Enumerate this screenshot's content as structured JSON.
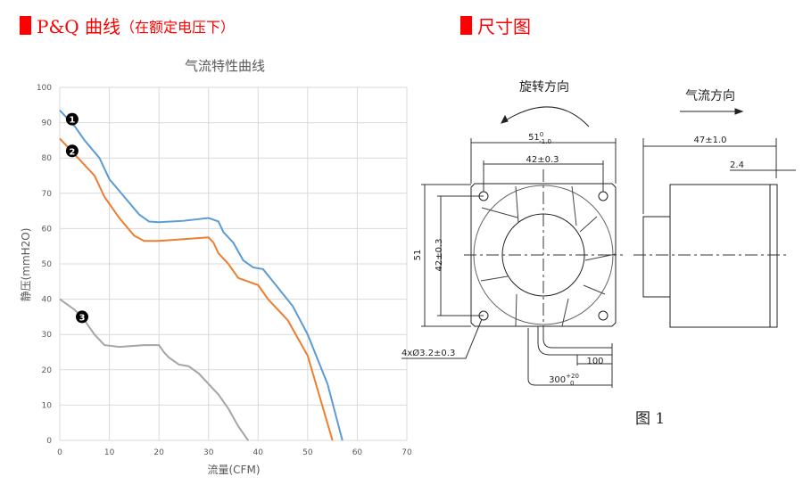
{
  "left_heading": {
    "title": "P&Q 曲线",
    "subtitle": "（在额定电压下）"
  },
  "right_heading": {
    "title": "尺寸图"
  },
  "chart_data": {
    "type": "line",
    "title": "气流特性曲线",
    "xlabel": "流量(CFM)",
    "ylabel": "静压(mmH2O)",
    "xlim": [
      0,
      70
    ],
    "ylim": [
      0,
      100
    ],
    "xticks": [
      0,
      10,
      20,
      30,
      40,
      50,
      60,
      70
    ],
    "yticks": [
      0,
      10,
      20,
      30,
      40,
      50,
      60,
      70,
      80,
      90,
      100
    ],
    "grid": true,
    "series": [
      {
        "name": "1",
        "label": "❶",
        "color": "#5b9bd5",
        "points": [
          [
            0,
            93.5
          ],
          [
            3,
            89
          ],
          [
            5,
            85
          ],
          [
            8,
            80
          ],
          [
            10,
            74
          ],
          [
            13,
            69
          ],
          [
            16,
            64
          ],
          [
            18,
            62
          ],
          [
            20,
            61.8
          ],
          [
            25,
            62.2
          ],
          [
            30,
            63
          ],
          [
            32,
            62
          ],
          [
            33,
            59
          ],
          [
            35,
            56
          ],
          [
            37,
            51
          ],
          [
            39,
            49
          ],
          [
            41,
            48.5
          ],
          [
            43,
            45
          ],
          [
            47,
            38
          ],
          [
            50,
            30
          ],
          [
            54,
            16
          ],
          [
            57,
            0
          ]
        ]
      },
      {
        "name": "2",
        "label": "❷",
        "color": "#ed7d31",
        "points": [
          [
            0,
            85.5
          ],
          [
            3,
            81
          ],
          [
            5,
            78
          ],
          [
            7,
            75
          ],
          [
            9,
            69
          ],
          [
            12,
            63
          ],
          [
            15,
            58
          ],
          [
            17,
            56.5
          ],
          [
            20,
            56.5
          ],
          [
            25,
            57
          ],
          [
            30,
            57.5
          ],
          [
            31,
            56
          ],
          [
            32,
            53
          ],
          [
            34,
            50
          ],
          [
            36,
            46
          ],
          [
            38,
            45
          ],
          [
            40,
            44
          ],
          [
            42,
            40
          ],
          [
            46,
            34
          ],
          [
            50,
            24
          ],
          [
            55,
            0
          ]
        ]
      },
      {
        "name": "3",
        "label": "❸",
        "color": "#a5a5a5",
        "points": [
          [
            0,
            40
          ],
          [
            3,
            37
          ],
          [
            5,
            34
          ],
          [
            7,
            30
          ],
          [
            9,
            27
          ],
          [
            12,
            26.5
          ],
          [
            17,
            27
          ],
          [
            20,
            27
          ],
          [
            21,
            25
          ],
          [
            22,
            23.5
          ],
          [
            24,
            21.5
          ],
          [
            26,
            21
          ],
          [
            28,
            19
          ],
          [
            30,
            16
          ],
          [
            32,
            13
          ],
          [
            34,
            9
          ],
          [
            36,
            4
          ],
          [
            38,
            0
          ]
        ]
      }
    ]
  },
  "drawing": {
    "rotation": "旋转方向",
    "airflow": "气流方向",
    "dim_width": "51",
    "dim_width_tol_up": "0",
    "dim_width_tol_low": "-1.0",
    "dim_hole": "42±0.3",
    "dim_height": "51",
    "dim_hole_v": "42±0.3",
    "dim_depth": "47±1.0",
    "dim_flange": "2.4",
    "dim_holes": "4xØ3.2±0.3",
    "dim_strip": "100",
    "dim_lead": "300",
    "dim_lead_tol_up": "+20",
    "dim_lead_tol_low": "0",
    "figure_caption": "图 1"
  }
}
